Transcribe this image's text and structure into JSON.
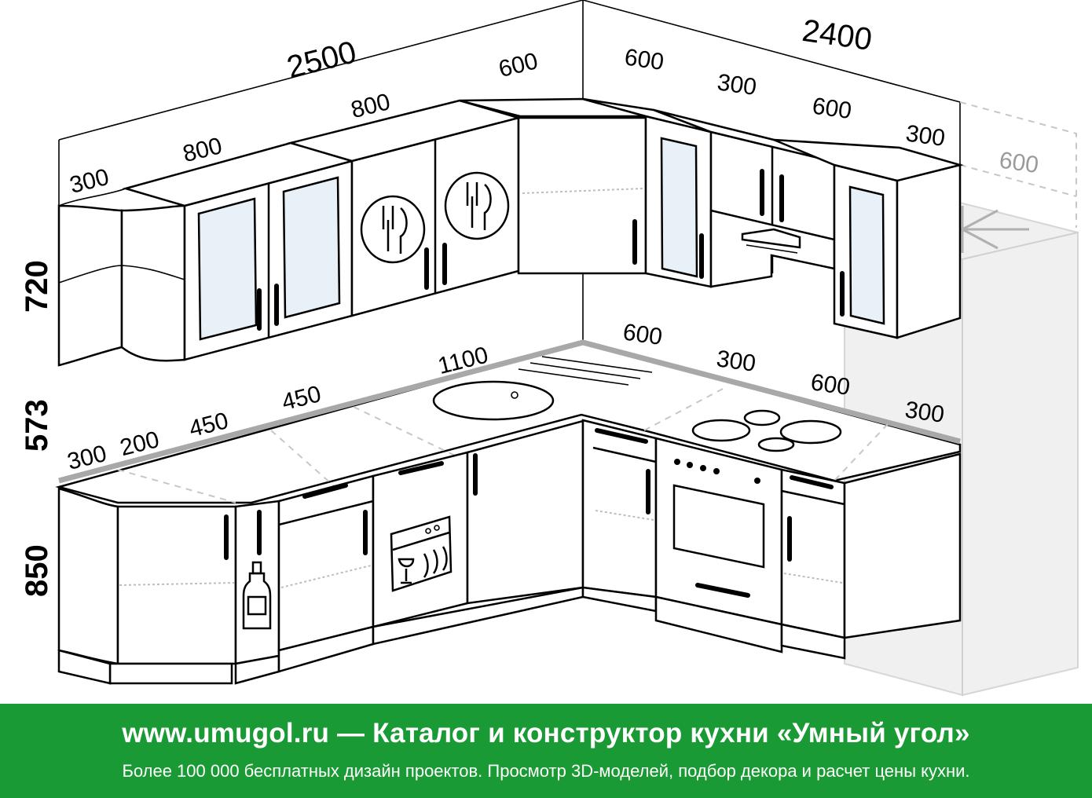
{
  "dimensions": {
    "wall_left_total": "2500",
    "wall_right_total": "2400",
    "upper_left": [
      "300",
      "800",
      "800",
      "600"
    ],
    "upper_right": [
      "600",
      "300",
      "600",
      "300"
    ],
    "fridge_width": "600",
    "lower_left": [
      "300",
      "200",
      "450",
      "450",
      "1100"
    ],
    "lower_right": [
      "600",
      "300",
      "600",
      "300"
    ],
    "height_upper": "720",
    "height_gap": "573",
    "height_lower": "850"
  },
  "footer": {
    "title": "www.umugol.ru — Каталог и конструктор кухни «Умный угол»",
    "subtitle": "Более 100 000 бесплатных дизайн проектов. Просмотр 3D-моделей, подбор декора и расчет цены кухни."
  },
  "colors": {
    "footer_bg": "#1a9a34",
    "glass": "#e8f1f7",
    "countertop_edge": "#a8a8a8"
  },
  "icons": [
    "plate-cutlery-icon",
    "dishwasher-icon",
    "bottle-icon",
    "snowflake-icon",
    "range-hood-icon",
    "oven-icon",
    "hob-icon",
    "sink-icon"
  ]
}
